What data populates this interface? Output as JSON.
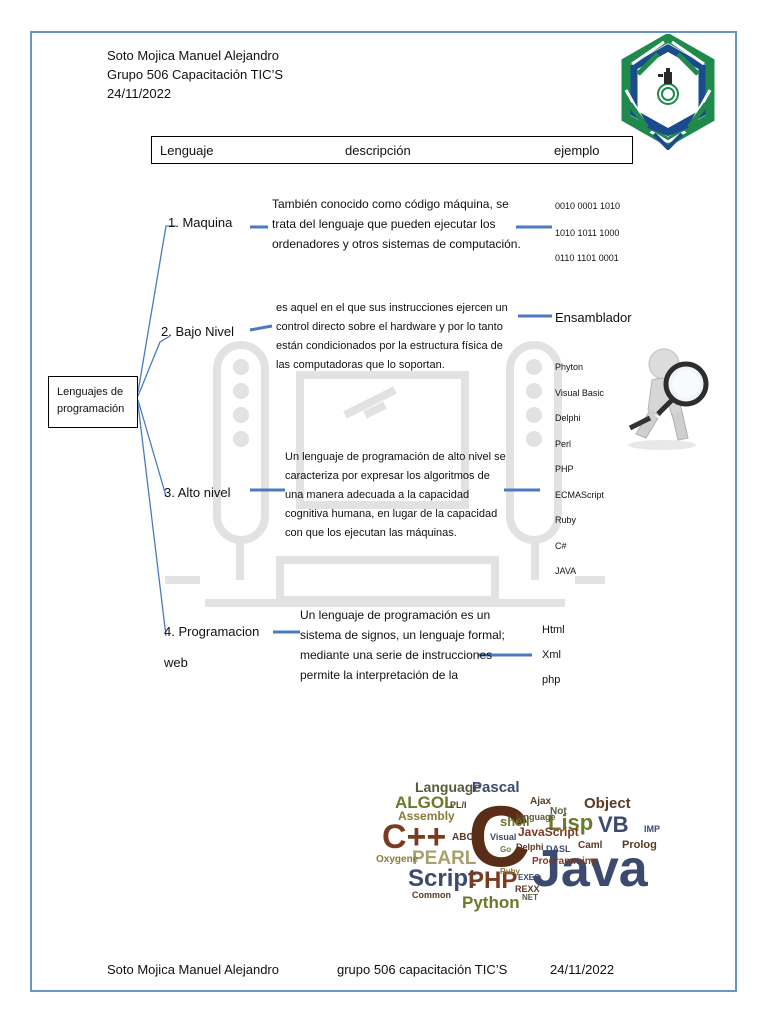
{
  "header": {
    "name": "Soto Mojica Manuel Alejandro",
    "group": "Grupo 506 Capacitación TIC’S",
    "date": "24/11/2022"
  },
  "table_header": {
    "col1": "Lenguaje",
    "col2": "descripción",
    "col3": "ejemplo"
  },
  "root": {
    "line1": "Lenguajes de",
    "line2": "programación"
  },
  "categories": [
    {
      "label": "1.   Maquina",
      "description": "También conocido como código máquina, se trata del lenguaje que pueden ejecutar los ordenadores y otros sistemas de computación.",
      "examples": [
        "0010 0001 1010",
        "1010 1011 1000",
        "0110 1101 0001"
      ]
    },
    {
      "label": "2. Bajo Nivel",
      "description": "es aquel en el que sus instrucciones ejercen un control directo sobre el hardware y por lo tanto están condicionados por la estructura física de las computadoras que lo soportan.",
      "examples": [
        "Ensamblador"
      ]
    },
    {
      "label": "3. Alto nivel",
      "description": "Un lenguaje de programación de alto nivel se caracteriza por expresar los algoritmos de una manera adecuada a la capacidad cognitiva humana, en lugar de la capacidad con que los ejecutan las máquinas.",
      "examples": [
        "Phyton",
        "Visual Basic",
        "Delphi",
        "Perl",
        "PHP",
        "ECMAScript",
        "Ruby",
        "C#",
        "JAVA"
      ]
    },
    {
      "label": "4. Programacion",
      "label_line2": "web",
      "description": "Un lenguaje de programación es un sistema de signos, un lenguaje formal; mediante una serie de instrucciones permite la interpretación de la",
      "examples": [
        "Html",
        "Xml",
        "php"
      ]
    }
  ],
  "word_cloud": [
    "Language",
    "Pascal",
    "ALGOL",
    "PL/I",
    "Assembly",
    "C++",
    "ABC",
    "PEARL",
    "Script",
    "PHP",
    "Python",
    "C",
    "Java",
    "Lisp",
    "VB",
    "Object",
    "JavaScript",
    "shell",
    "Ajax",
    "Not",
    "Visual",
    "Delphi",
    "Go",
    "DASL",
    "Caml",
    "Programming",
    "Ruby",
    "REXX",
    "EXEC",
    "NET",
    "Common",
    "Oxygene",
    "Prolog",
    "IMP",
    "language"
  ],
  "footer": {
    "name": "Soto Mojica Manuel Alejandro",
    "group": "grupo 506 capacitación TIC’S",
    "date": "24/11/2022"
  },
  "colors": {
    "border": "#6a93c9",
    "connector": "#4a7bbf",
    "watermark": "#e2e2e2",
    "cloud_dark": "#5a3a22",
    "cloud_brown": "#7a3b20",
    "cloud_olive": "#6b7a2a",
    "cloud_blue": "#3b4a6e",
    "badge_green": "#1f8a4c",
    "badge_blue": "#1a4b8c"
  }
}
